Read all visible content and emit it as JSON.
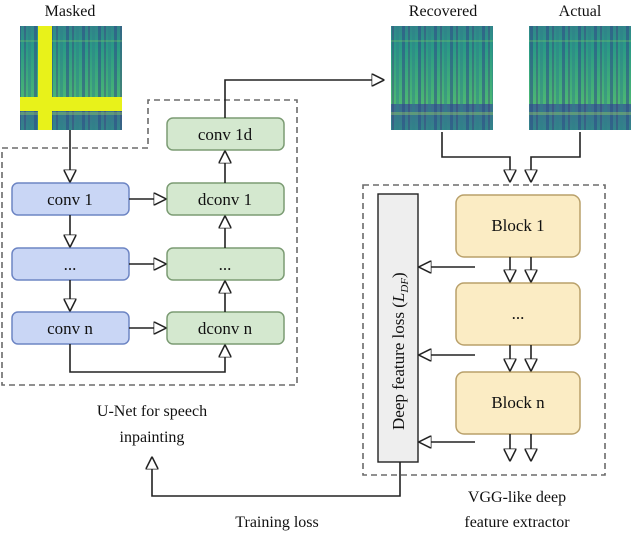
{
  "labels": {
    "masked": "Masked",
    "recovered": "Recovered",
    "actual": "Actual",
    "unet_caption_line1": "U-Net for speech",
    "unet_caption_line2": "inpainting",
    "training_loss": "Training loss",
    "vgg_caption_line1": "VGG-like deep",
    "vgg_caption_line2": "feature extractor"
  },
  "unet": {
    "encoder": [
      "conv 1",
      "...",
      "conv n"
    ],
    "decoder": [
      "conv 1d",
      "dconv 1",
      "...",
      "dconv n"
    ]
  },
  "vgg": {
    "blocks": [
      "Block 1",
      "...",
      "Block n"
    ],
    "loss_label": "Deep feature loss (",
    "loss_symbol": "L",
    "loss_subscript": "DF",
    "loss_suffix": ")"
  },
  "colors": {
    "encoder_fill": "#c9d6f5",
    "encoder_stroke": "#6d85c4",
    "decoder_fill": "#d4e8cf",
    "decoder_stroke": "#7c9c74",
    "block_fill": "#fbecc4",
    "block_stroke": "#b9a06a",
    "loss_bar_fill": "#eeeeee",
    "mask_color": "#e8f21a"
  },
  "icons": [
    "spectrogram-masked-icon",
    "spectrogram-recovered-icon",
    "spectrogram-actual-icon"
  ]
}
